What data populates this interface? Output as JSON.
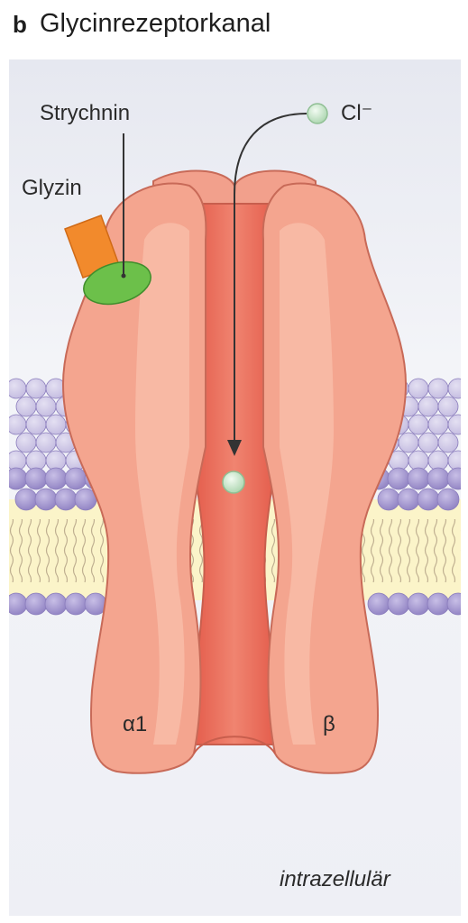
{
  "panel": {
    "letter": "b",
    "title": "Glycinrezeptorkanal"
  },
  "labels": {
    "strychnine": "Strychnin",
    "glycine": "Glyzin",
    "chloride": "Cl⁻",
    "subunit_left": "α1",
    "subunit_right": "β",
    "intracellular": "intrazellulär"
  },
  "colors": {
    "channel": "#f4a28e",
    "channel_outline": "#cf6b5a",
    "pore": "#ec7260",
    "glycine": "#f2892a",
    "strychnine": "#6cc04a",
    "chloride_ion": "#cfe9cf",
    "lipid_head": "#a79bd1",
    "lipid_tail": "#fbf4c9",
    "background": "#eef0f6"
  }
}
